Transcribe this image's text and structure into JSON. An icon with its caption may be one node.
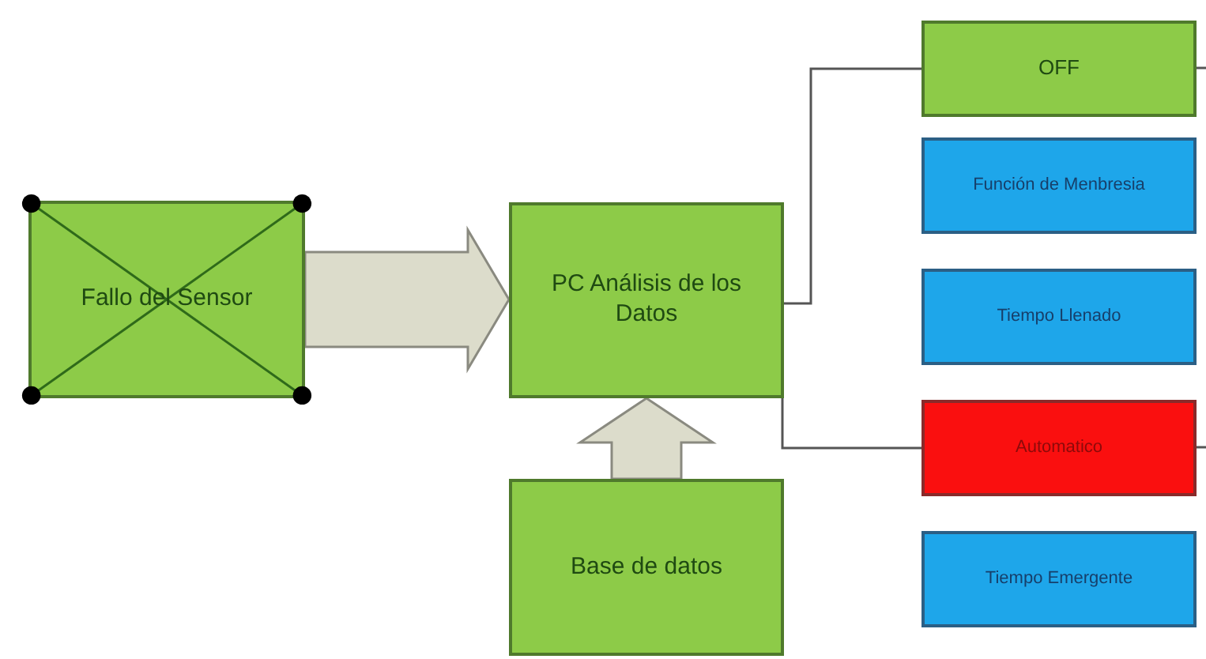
{
  "diagram": {
    "nodes": [
      {
        "text": [
          "Fallo del Sensor"
        ]
      },
      {
        "text": [
          "PC Análisis de los Datos"
        ]
      },
      {
        "text": [
          "Base de datos"
        ]
      },
      {
        "text": [
          "OFF"
        ]
      },
      {
        "text": [
          "Función de Menbresia"
        ]
      },
      {
        "text": [
          "Tiempo Llenado"
        ]
      },
      {
        "text": [
          "Automatico"
        ]
      },
      {
        "text": [
          "Tiempo Emergente"
        ]
      }
    ],
    "edges": [
      {
        "from": 0,
        "to": 1,
        "arrow": "to",
        "style": "thick"
      },
      {
        "from": 2,
        "to": 1,
        "arrow": "to",
        "style": "thick"
      },
      {
        "from": 1,
        "to": 3,
        "arrow": "none"
      },
      {
        "from": 1,
        "to": 6,
        "arrow": "none"
      },
      {
        "from": 3,
        "to": null,
        "arrow": "none"
      },
      {
        "from": 6,
        "to": null,
        "arrow": "none"
      }
    ]
  }
}
